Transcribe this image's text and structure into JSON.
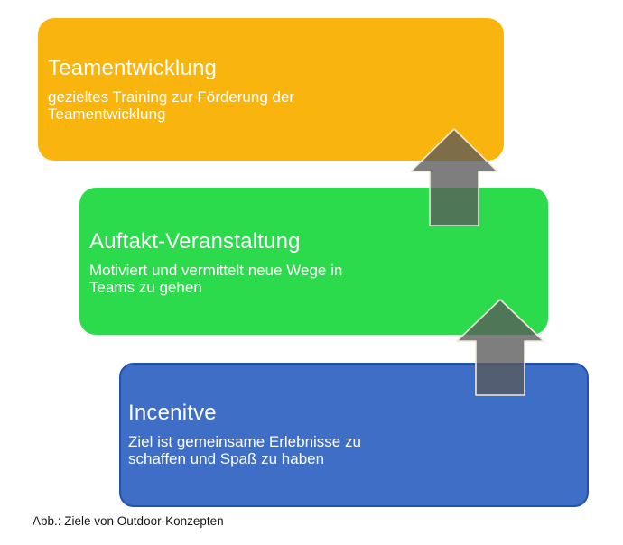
{
  "background_color": "#ffffff",
  "caption": "Abb.: Ziele von Outdoor-Konzepten",
  "arrow_color": "rgba(90,90,90,0.78)",
  "arrow_outline_color": "#efe9da",
  "boxes": [
    {
      "title": "Teamentwicklung",
      "description_lines": [
        "gezieltes Training zur Förderung der",
        "Teamentwicklung"
      ],
      "color": "#F9B50D",
      "text_color": "#ffffff"
    },
    {
      "title": "Auftakt-Veranstaltung",
      "description_lines": [
        "Motiviert und vermittelt neue Wege in",
        "Teams zu gehen"
      ],
      "color": "#2BDB4B",
      "text_color": "#ffffff"
    },
    {
      "title": "Incenitve",
      "description_lines": [
        "Ziel ist gemeinsame Erlebnisse zu",
        "schaffen und Spaß zu haben"
      ],
      "color": "#3E6EC6",
      "border_color": "#2152B0",
      "text_color": "#ffffff"
    }
  ]
}
